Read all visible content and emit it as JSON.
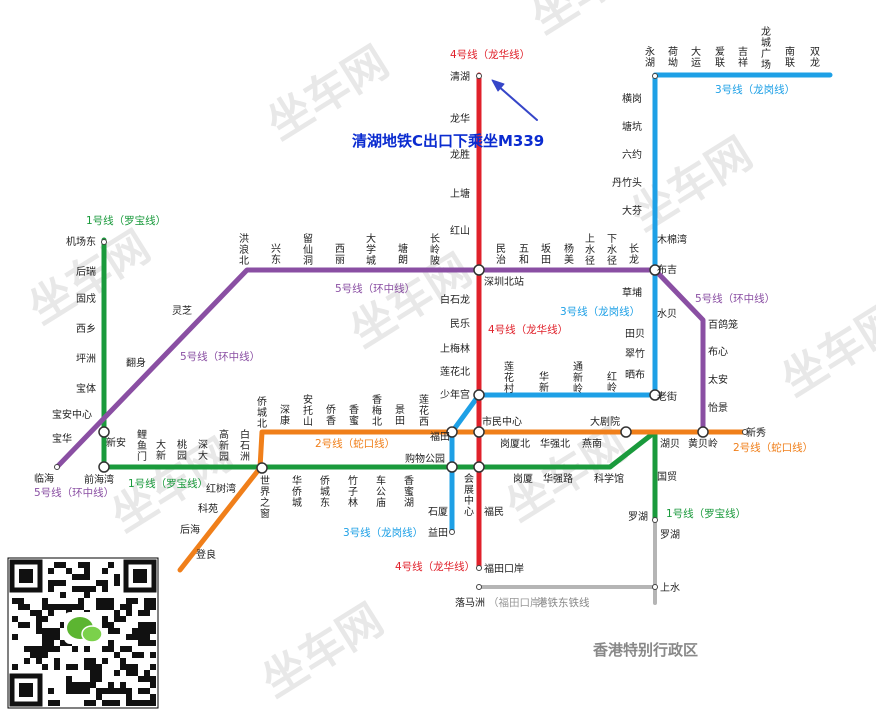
{
  "colors": {
    "line1": "#1a9a3c",
    "line2": "#f07f1a",
    "line3": "#1ea0e6",
    "line4": "#e0212b",
    "line5": "#8a4fa3",
    "rail": "#b5b5b5",
    "note": "#0a2bd0"
  },
  "annotation": "清湖地铁C出口下乘坐M339",
  "hk_region": "香港特别行政区",
  "line_labels": {
    "l4_top": "4号线（龙华线）",
    "l4_mid": "4号线（龙华线）",
    "l4_bottom": "4号线（龙华线）",
    "l3_top": "3号线（龙岗线）",
    "l3_mid": "3号线（龙岗线）",
    "l3_bottom": "3号线（龙岗线）",
    "l1_top": "1号线（罗宝线）",
    "l1_bottom": "1号线（罗宝线）",
    "l1_right": "1号线（罗宝线）",
    "l5_top": "5号线（环中线）",
    "l5_mid": "5号线（环中线）",
    "l5_right": "5号线（环中线）",
    "l5_bottom": "5号线（环中线）",
    "l2_mid": "2号线（蛇口线）",
    "l2_right": "2号线（蛇口线）",
    "rail": "港铁东铁线",
    "rail_sub": "（福田口岸）"
  },
  "stations": {
    "qinghu": "清湖",
    "longhua": "龙华",
    "longsheng": "龙胜",
    "shangtang": "上塘",
    "hongshan": "红山",
    "shenzhenbei": "深圳北站",
    "baishilong": "白石龙",
    "minle": "民乐",
    "shangmeilin": "上梅林",
    "lianhuabei": "莲花北",
    "shaoniangong": "少年宫",
    "shiminzhongxin": "市民中心",
    "huizhanzhongxin": "会展中心",
    "fumin": "福民",
    "futiankouan": "福田口岸",
    "luomazhou": "落马洲",
    "shangshui": "上水",
    "luohu_hk": "罗湖",
    "yonghu": "永湖",
    "hecao": "荷坳",
    "dayun": "大运",
    "ailian": "爱联",
    "jixiang": "吉祥",
    "longchengguangchang": "龙城广场",
    "nanlian": "南联",
    "shuanglong": "双龙",
    "henggang": "横岗",
    "tangkeng": "塘坑",
    "liuyue": "六约",
    "danzhutou": "丹竹头",
    "dafen": "大芬",
    "mumianwan": "木棉湾",
    "buji": "布吉",
    "caopu": "草埔",
    "shuibei": "水贝",
    "tianbei": "田贝",
    "cuizhu": "翠竹",
    "shaibu": "晒布",
    "laojie": "老街",
    "hongling": "红岭",
    "tongxinling": "通新岭",
    "huaxin": "华新",
    "lianhuacun": "莲花村",
    "futian": "福田",
    "gouwugongyuan": "购物公园",
    "shixia": "石厦",
    "yitian": "益田",
    "jichangdong": "机场东",
    "hourui": "后瑞",
    "gushu": "固戍",
    "xixiang": "西乡",
    "pingzhou": "坪洲",
    "baoti": "宝体",
    "baoanzhongxin": "宝安中心",
    "xinan": "新安",
    "qianhaiwan": "前海湾",
    "liyumen": "鲤鱼门",
    "daxin": "大新",
    "taoyuan": "桃园",
    "shenda": "深大",
    "gaoxinyuan": "高新园",
    "baishizhou": "白石洲",
    "shijiezhichuang": "世界之窗",
    "huaqiaocheng": "华侨城",
    "qiaochengdong": "侨城东",
    "zhuzilin": "竹子林",
    "chegongmiao": "车公庙",
    "xiangmihu": "香蜜湖",
    "qiaochengbei": "侨城北",
    "shenkang": "深康",
    "antuoshan": "安托山",
    "qiaoxiang": "侨香",
    "xiangmi": "香蜜",
    "xiangmeibei": "香梅北",
    "jingtian": "景田",
    "lianhuaxi": "莲花西",
    "gangxiabei": "岗厦北",
    "huaqiangbei": "华强北",
    "yannan": "燕南",
    "dajuyuan": "大剧院",
    "hubei": "湖贝",
    "huangbeiling": "黄贝岭",
    "xinxiu": "新秀",
    "gangxia": "岗厦",
    "huaqianglu": "华强路",
    "kexueguan": "科学馆",
    "guomao": "国贸",
    "luohu": "罗湖",
    "hongshuwan": "红树湾",
    "keyuan": "科苑",
    "houhai": "后海",
    "dengliang": "登良",
    "linhai": "临海",
    "baohua": "宝华",
    "fanshen": "翻身",
    "lingzhi": "灵芝",
    "honglangbei": "洪浪北",
    "xingdong": "兴东",
    "liuxiandong": "留仙洞",
    "xili": "西丽",
    "daxuecheng": "大学城",
    "tanglang": "塘朗",
    "changlingpi": "长岭陂",
    "minzhi": "民治",
    "wuhe": "五和",
    "bantian": "坂田",
    "yangmei": "杨美",
    "shangshuijing": "上水径",
    "xiashuijing": "下水径",
    "changlong": "长龙",
    "baigelong": "百鸽笼",
    "buxin": "布心",
    "taian": "太安",
    "yijing": "怡景"
  }
}
